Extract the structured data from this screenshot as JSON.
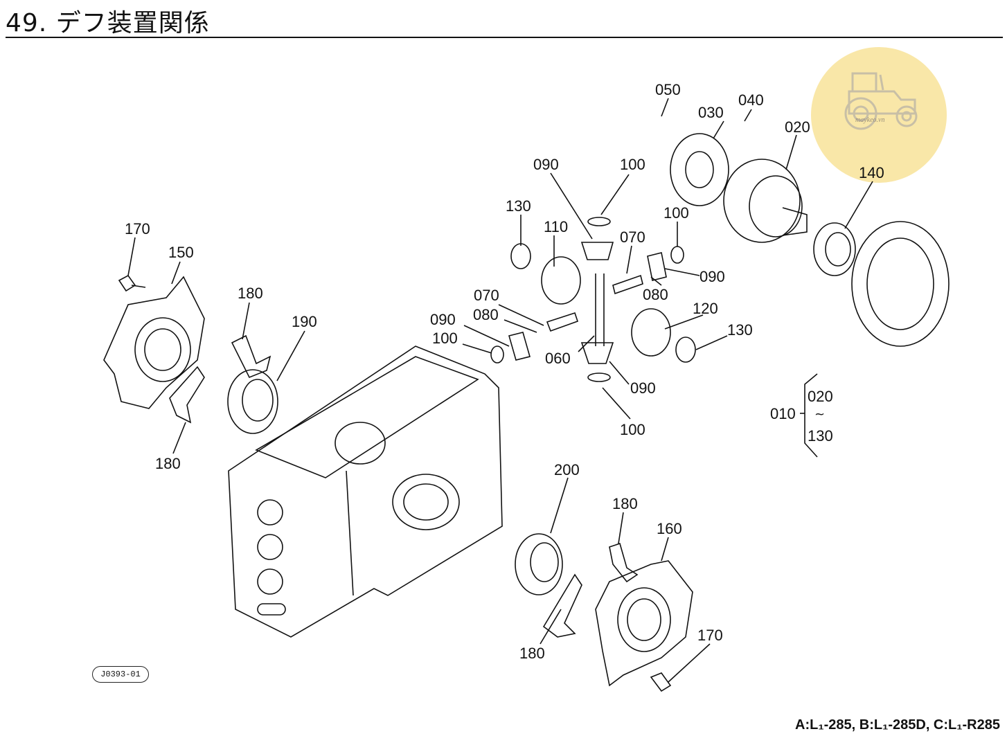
{
  "page": {
    "title": "49. デフ装置関係",
    "figure_code": "J0393-01",
    "footer_models": "A:L₁-285, B:L₁-285D, C:L₁-R285",
    "logo_text": "maykeo.vn"
  },
  "labels": [
    "050",
    "030",
    "040",
    "020",
    "140",
    "090",
    "100",
    "130",
    "110",
    "070",
    "100",
    "090",
    "080",
    "070",
    "120",
    "130",
    "090",
    "080",
    "100",
    "060",
    "090",
    "100",
    "170",
    "150",
    "180",
    "190",
    "180",
    "200",
    "180",
    "160",
    "180",
    "170",
    "010",
    "020",
    "130"
  ],
  "colors": {
    "logo_bg": "#f9e7a8",
    "ink": "#111111"
  }
}
